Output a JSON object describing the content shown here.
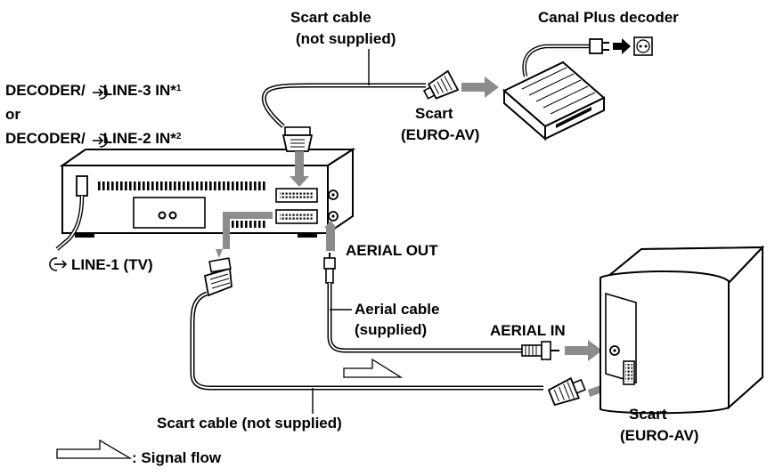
{
  "labels": {
    "scart_cable_top_1": "Scart cable",
    "scart_cable_top_2": "(not supplied)",
    "canal_plus_decoder": "Canal Plus decoder",
    "decoder_line3_prefix": "DECODER/",
    "decoder_line3_suffix": "LINE-3 IN*",
    "decoder_line3_note": "1",
    "or": "or",
    "decoder_line2_prefix": "DECODER/",
    "decoder_line2_suffix": "LINE-2 IN*",
    "decoder_line2_note": "2",
    "scart_top_1": "Scart",
    "scart_top_2": "(EURO-AV)",
    "aerial_out": "AERIAL OUT",
    "line1_tv": "LINE-1 (TV)",
    "aerial_cable_1": "Aerial cable",
    "aerial_cable_2": "(supplied)",
    "aerial_in": "AERIAL IN",
    "scart_bottom_1": "Scart",
    "scart_bottom_2": "(EURO-AV)",
    "scart_cable_bottom": "Scart cable (not supplied)",
    "signal_flow": ": Signal flow"
  },
  "icons": {
    "input": "input-arrow-icon",
    "output": "output-arrow-icon",
    "signal_flow": "hollow-arrow-icon"
  },
  "colors": {
    "ink": "#000000",
    "signal_arrow": "#8c8c8c",
    "background": "#ffffff"
  }
}
